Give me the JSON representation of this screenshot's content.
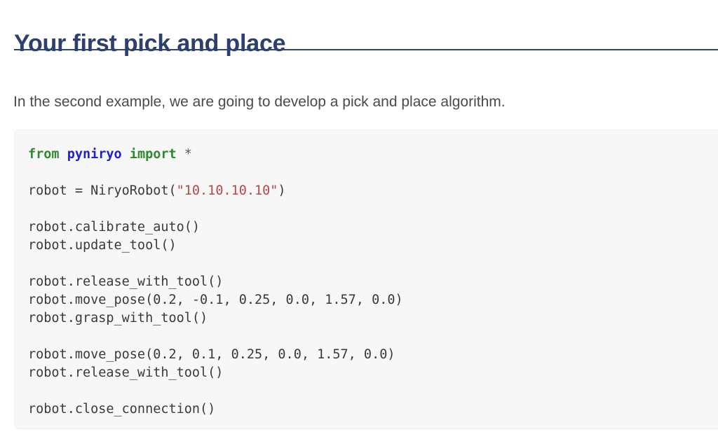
{
  "document": {
    "heading": "Your first pick and place",
    "intro_paragraph": "In the second example, we are going to develop a pick and place algorithm.",
    "heading_color": "#2d3f6e",
    "rule_color": "#2e4372",
    "paragraph_color": "#4a4a4a"
  },
  "code_block": {
    "language": "python",
    "background_color": "#f7f7f7",
    "syntax_colors": {
      "keyword": "#2f8a2f",
      "module": "#1f1fd0",
      "string": "#b5484a",
      "operator": "#58595b",
      "plain": "#3a3a3a"
    },
    "lines": [
      {
        "id": "l1",
        "segments": [
          {
            "text": "from",
            "kind": "kw"
          },
          {
            "text": " ",
            "kind": "plain"
          },
          {
            "text": "pyniryo",
            "kind": "mod"
          },
          {
            "text": " ",
            "kind": "plain"
          },
          {
            "text": "import",
            "kind": "kw"
          },
          {
            "text": " ",
            "kind": "plain"
          },
          {
            "text": "*",
            "kind": "op"
          }
        ]
      },
      {
        "id": "l2",
        "segments": []
      },
      {
        "id": "l3",
        "segments": [
          {
            "text": "robot = NiryoRobot(",
            "kind": "plain"
          },
          {
            "text": "\"10.10.10.10\"",
            "kind": "str"
          },
          {
            "text": ")",
            "kind": "plain"
          }
        ]
      },
      {
        "id": "l4",
        "segments": []
      },
      {
        "id": "l5",
        "segments": [
          {
            "text": "robot.calibrate_auto()",
            "kind": "plain"
          }
        ]
      },
      {
        "id": "l6",
        "segments": [
          {
            "text": "robot.update_tool()",
            "kind": "plain"
          }
        ]
      },
      {
        "id": "l7",
        "segments": []
      },
      {
        "id": "l8",
        "segments": [
          {
            "text": "robot.release_with_tool()",
            "kind": "plain"
          }
        ]
      },
      {
        "id": "l9",
        "segments": [
          {
            "text": "robot.move_pose(0.2, -0.1, 0.25, 0.0, 1.57, 0.0)",
            "kind": "plain"
          }
        ]
      },
      {
        "id": "l10",
        "segments": [
          {
            "text": "robot.grasp_with_tool()",
            "kind": "plain"
          }
        ]
      },
      {
        "id": "l11",
        "segments": []
      },
      {
        "id": "l12",
        "segments": [
          {
            "text": "robot.move_pose(0.2, 0.1, 0.25, 0.0, 1.57, 0.0)",
            "kind": "plain"
          }
        ]
      },
      {
        "id": "l13",
        "segments": [
          {
            "text": "robot.release_with_tool()",
            "kind": "plain"
          }
        ]
      },
      {
        "id": "l14",
        "segments": []
      },
      {
        "id": "l15",
        "segments": [
          {
            "text": "robot.close_connection()",
            "kind": "plain"
          }
        ]
      }
    ]
  }
}
